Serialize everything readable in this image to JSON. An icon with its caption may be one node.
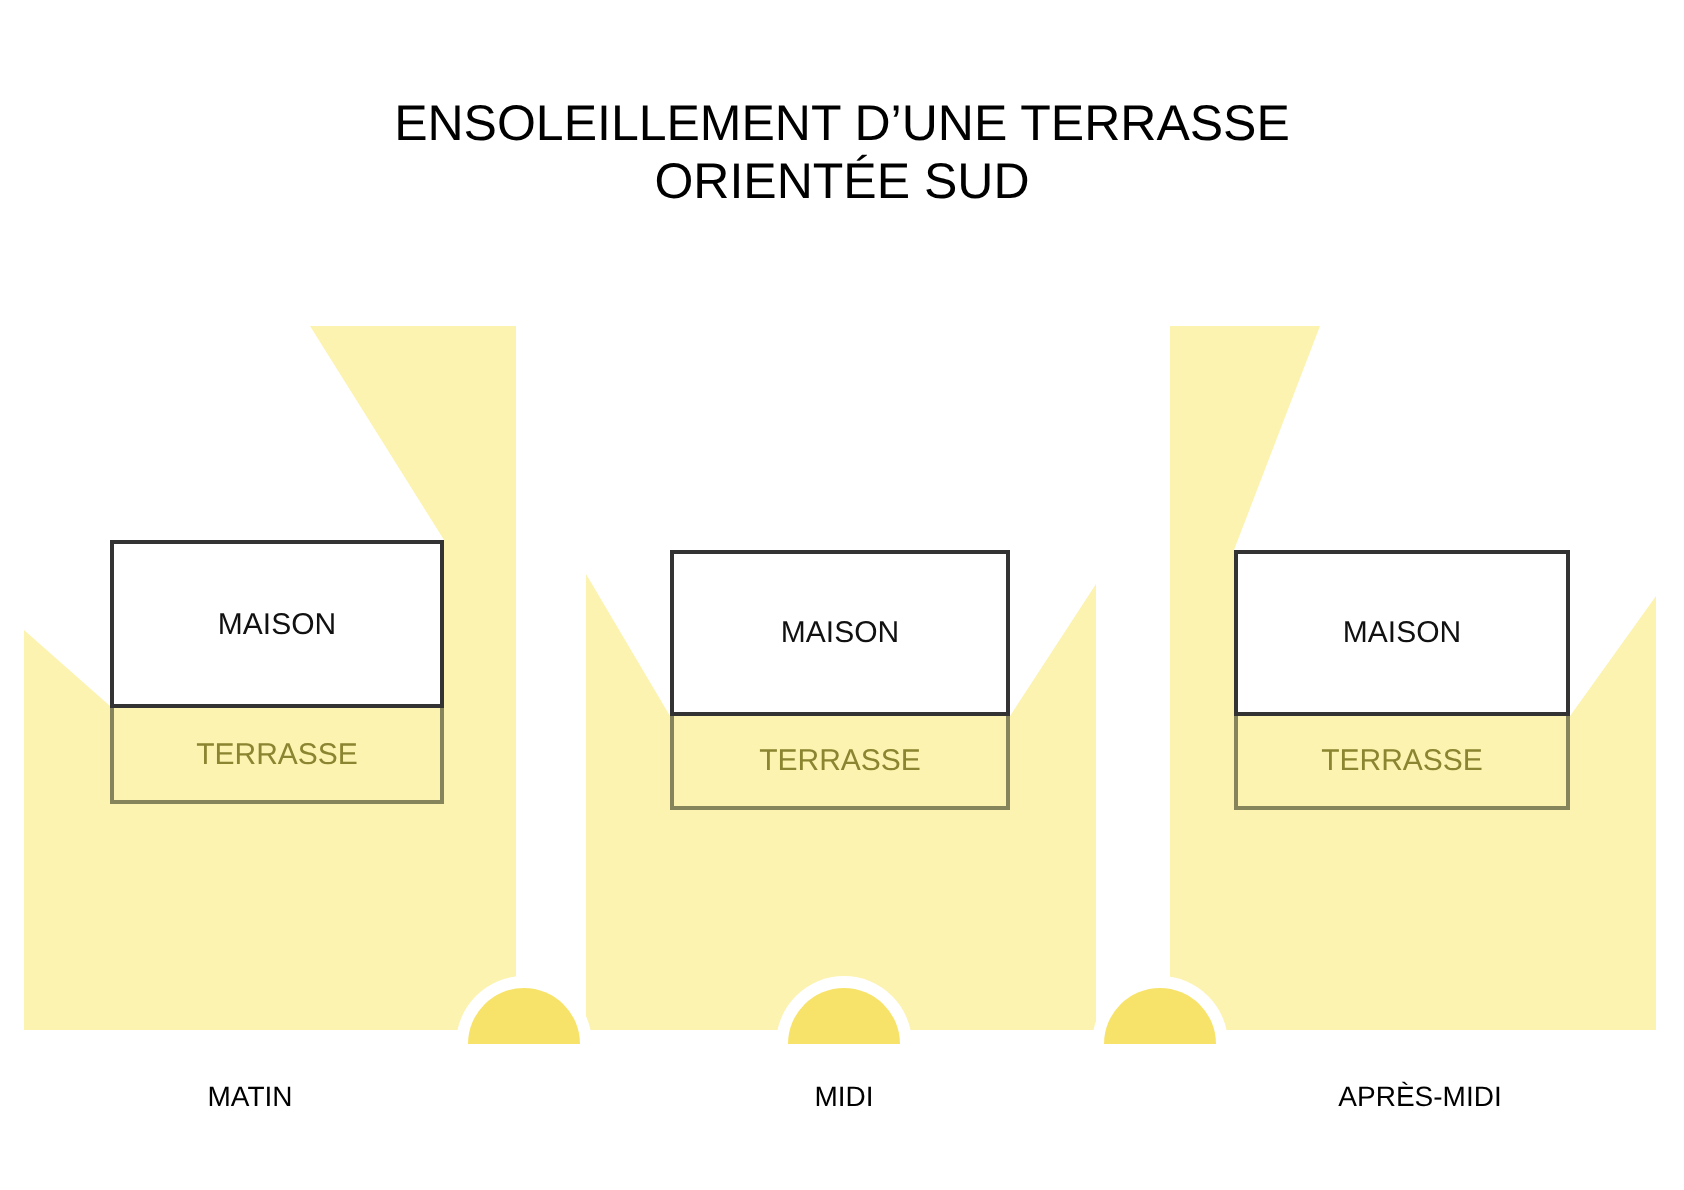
{
  "diagram": {
    "title": "ENSOLEILLEMENT D’UNE TERRASSE ORIENTÉE SUD",
    "nodes": [
      {
        "text": [
          "MAISON"
        ]
      },
      {
        "text": [
          "TERRASSE"
        ]
      },
      {
        "text": [
          "MAISON"
        ]
      },
      {
        "text": [
          "TERRASSE"
        ]
      },
      {
        "text": [
          "MAISON"
        ]
      },
      {
        "text": [
          "TERRASSE"
        ]
      }
    ],
    "edges": [],
    "labels": [
      "MATIN",
      "MIDI",
      "APRÈS-MIDI"
    ]
  }
}
